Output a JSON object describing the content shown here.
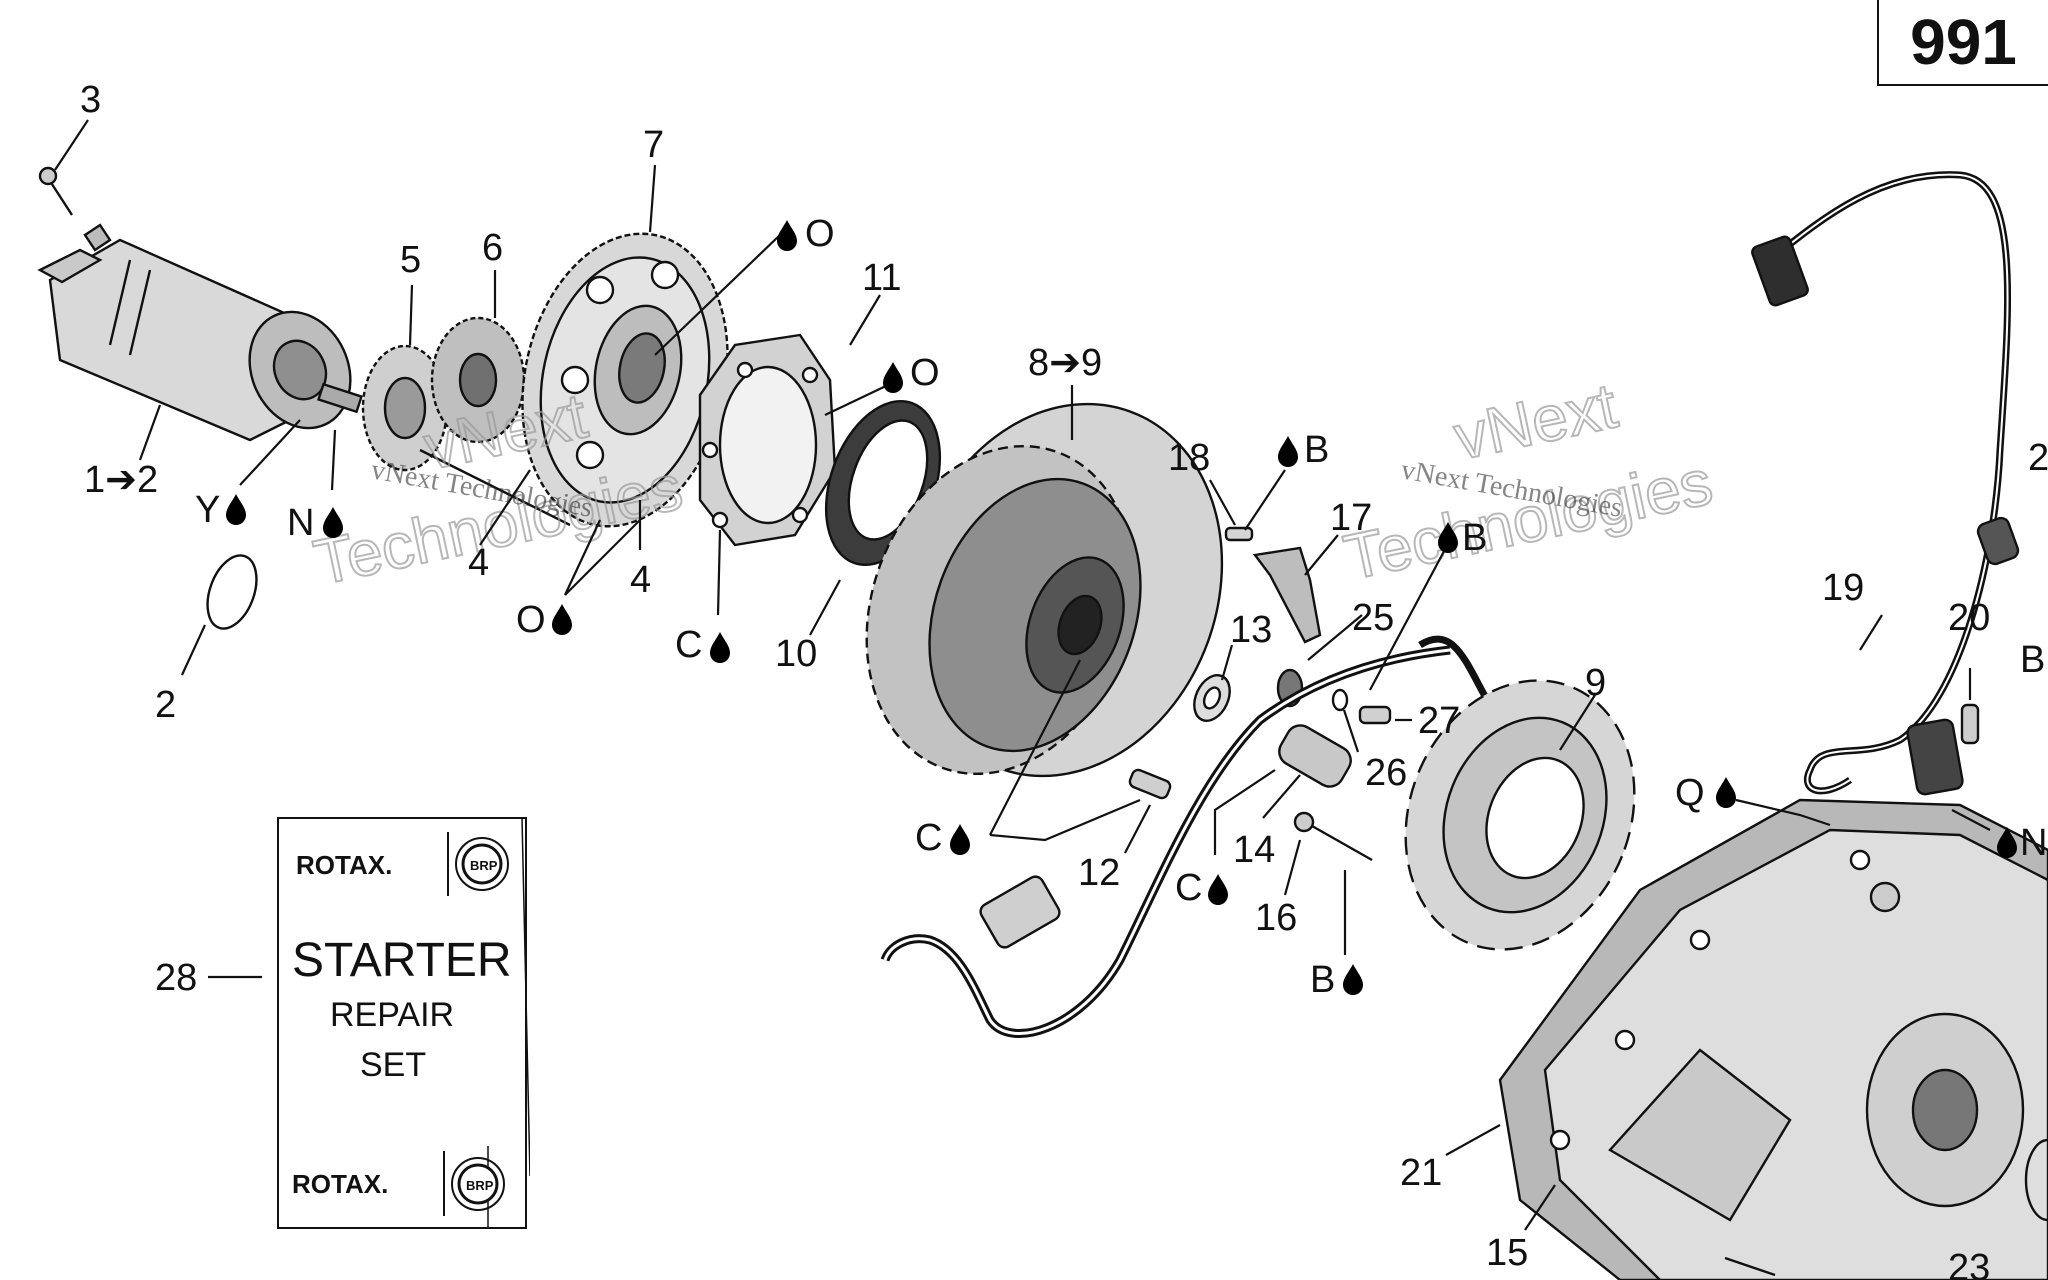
{
  "page_number": "991",
  "watermark": {
    "line1": "vNext Technologies",
    "big1": "vNext",
    "big2": "Technologies"
  },
  "kit": {
    "brand": "ROTAX.",
    "title": "STARTER",
    "line2": "REPAIR",
    "line3": "SET",
    "callout": "28"
  },
  "callouts": [
    {
      "id": "c3",
      "text": "3"
    },
    {
      "id": "c7",
      "text": "7"
    },
    {
      "id": "c5",
      "text": "5"
    },
    {
      "id": "c6",
      "text": "6"
    },
    {
      "id": "c11",
      "text": "11"
    },
    {
      "id": "cO1",
      "text": "O"
    },
    {
      "id": "cO2",
      "text": "O"
    },
    {
      "id": "c89",
      "text": "8➔9"
    },
    {
      "id": "c12a",
      "text": "1➔2"
    },
    {
      "id": "cY",
      "text": "Y"
    },
    {
      "id": "cN1",
      "text": "N"
    },
    {
      "id": "c4a",
      "text": "4"
    },
    {
      "id": "c4b",
      "text": "4"
    },
    {
      "id": "cO3",
      "text": "O"
    },
    {
      "id": "c2",
      "text": "2"
    },
    {
      "id": "cC1",
      "text": "C"
    },
    {
      "id": "c10",
      "text": "10"
    },
    {
      "id": "c18",
      "text": "18"
    },
    {
      "id": "cB1",
      "text": "B"
    },
    {
      "id": "c17",
      "text": "17"
    },
    {
      "id": "cB2",
      "text": "B"
    },
    {
      "id": "c13",
      "text": "13"
    },
    {
      "id": "c25",
      "text": "25"
    },
    {
      "id": "c27",
      "text": "27"
    },
    {
      "id": "c26",
      "text": "26"
    },
    {
      "id": "c9",
      "text": "9"
    },
    {
      "id": "c19",
      "text": "19"
    },
    {
      "id": "c20",
      "text": "20"
    },
    {
      "id": "cQ",
      "text": "Q"
    },
    {
      "id": "cN2",
      "text": "N"
    },
    {
      "id": "cC2",
      "text": "C"
    },
    {
      "id": "c12",
      "text": "12"
    },
    {
      "id": "c14",
      "text": "14"
    },
    {
      "id": "cC3",
      "text": "C"
    },
    {
      "id": "c16",
      "text": "16"
    },
    {
      "id": "cB3",
      "text": "B"
    },
    {
      "id": "c21",
      "text": "21"
    },
    {
      "id": "c15",
      "text": "15"
    },
    {
      "id": "cBe",
      "text": "B"
    },
    {
      "id": "c2r",
      "text": "2"
    },
    {
      "id": "c23",
      "text": "23"
    }
  ]
}
